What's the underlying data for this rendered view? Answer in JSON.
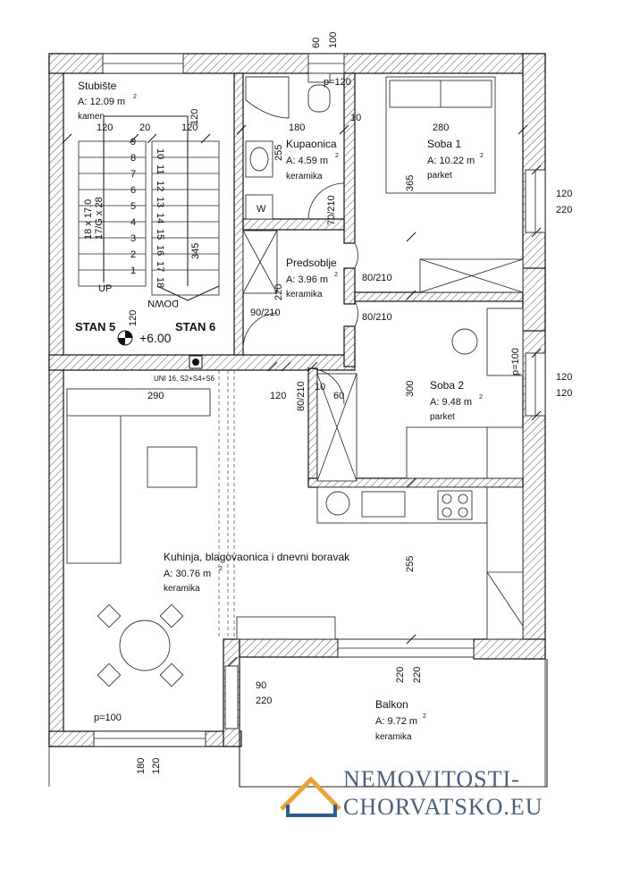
{
  "rooms": {
    "stubiste": {
      "name": "Stubište",
      "area": "A: 12.09  m",
      "finish": "kamen"
    },
    "kupaonica": {
      "name": "Kupaonica",
      "area": "A: 4.59  m",
      "finish": "keramika"
    },
    "soba1": {
      "name": "Soba 1",
      "area": "A: 10.22  m",
      "finish": "parket"
    },
    "predsoblje": {
      "name": "Predsoblje",
      "area": "A: 3.96  m",
      "finish": "keramika"
    },
    "soba2": {
      "name": "Soba 2",
      "area": "A: 9.48  m",
      "finish": "parket"
    },
    "kuhinja": {
      "name": "Kuhinja, blagovaonica i dnevni boravak",
      "area": "A: 30.76  m",
      "finish": "keramika"
    },
    "balkon": {
      "name": "Balkon",
      "area": "A: 9.72  m",
      "finish": "keramika"
    }
  },
  "area_superscript": "2",
  "apartments": {
    "stan5": "STAN 5",
    "stan6": "STAN 6",
    "level": "+6.00"
  },
  "stairs": {
    "up": "UP",
    "down": "DOWN",
    "spec1": "18 x 17.0",
    "spec2": "17/G x 28",
    "left_steps": [
      "9",
      "8",
      "7",
      "6",
      "5",
      "4",
      "3",
      "2",
      "1"
    ],
    "right_steps": [
      "10",
      "11",
      "12",
      "13",
      "14",
      "15",
      "16",
      "17",
      "18"
    ]
  },
  "dimensions": {
    "top_60": "60",
    "top_100": "100",
    "p120_bath": "p=120",
    "d120_a": "120",
    "d20": "20",
    "d120_b": "120",
    "d120_vert": "120",
    "d180": "180",
    "d10_a": "10",
    "d280": "280",
    "d255_bath": "255",
    "d365": "365",
    "d70_210": "70/210",
    "d345": "345",
    "d220_pred": "220",
    "d80_210_a": "80/210",
    "d80_210_b": "80/210",
    "d90_210": "90/210",
    "d120_stan": "120",
    "uni": "UNI 16, S2+S4+S6",
    "d290": "290",
    "d120_hall": "120",
    "d10_b": "10",
    "d60": "60",
    "d80_210_c": "80/210",
    "d300": "300",
    "p100_soba2": "p=100",
    "r120_a": "120",
    "r220_a": "220",
    "r120_b": "120",
    "r120_c": "120",
    "d255_kit": "255",
    "d90": "90",
    "d220_a": "220",
    "d220_b": "220",
    "d220_c": "220",
    "p100_living": "p=100",
    "b180": "180",
    "b120": "120"
  },
  "misc": {
    "w": "W"
  },
  "watermark": {
    "line1": "NEMOVITOSTI-",
    "line2": "CHORVATSKO.EU",
    "accent": "#e8a33a",
    "color": "#2f5d8a"
  }
}
